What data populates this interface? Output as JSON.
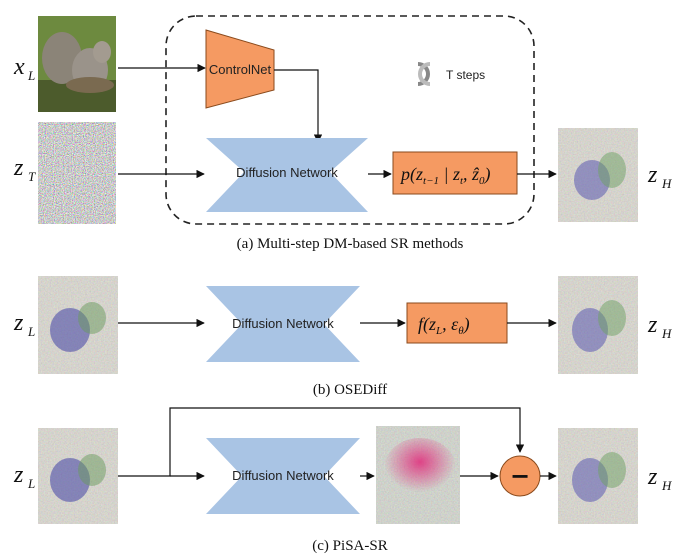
{
  "panel_a": {
    "caption": "(a) Multi-step DM-based SR methods",
    "input_xl": {
      "base": "x",
      "sub": "L"
    },
    "input_zt": {
      "base": "z",
      "sub": "T"
    },
    "output_zh": {
      "base": "z",
      "sub": "H"
    },
    "controlnet_label": "ControlNet",
    "network_label": "Diffusion Network",
    "formula": {
      "p": "p(",
      "z1": "z",
      "s1": "t−1",
      "bar": " | ",
      "z2": "z",
      "s2": "t",
      "comma": ", ",
      "z3": "ẑ",
      "s3": "0",
      "close": ")"
    },
    "loop_label": "T steps"
  },
  "panel_b": {
    "caption": "(b) OSEDiff",
    "input_zl": {
      "base": "z",
      "sub": "L"
    },
    "output_zh": {
      "base": "z",
      "sub": "H"
    },
    "network_label": "Diffusion Network",
    "formula": {
      "f": "f(",
      "z": "z",
      "s": "L",
      "comma": ", ε",
      "e": "θ",
      "close": ")"
    }
  },
  "panel_c": {
    "caption": "(c) PiSA-SR",
    "input_zl": {
      "base": "z",
      "sub": "L"
    },
    "output_zh": {
      "base": "z",
      "sub": "H"
    },
    "network_label": "Diffusion Network",
    "minus_symbol": "−"
  },
  "colors": {
    "orange": "#F59A62",
    "orange_stroke": "#8a4a1c",
    "blue": "#A9C4E4",
    "arrow": "#111111"
  }
}
